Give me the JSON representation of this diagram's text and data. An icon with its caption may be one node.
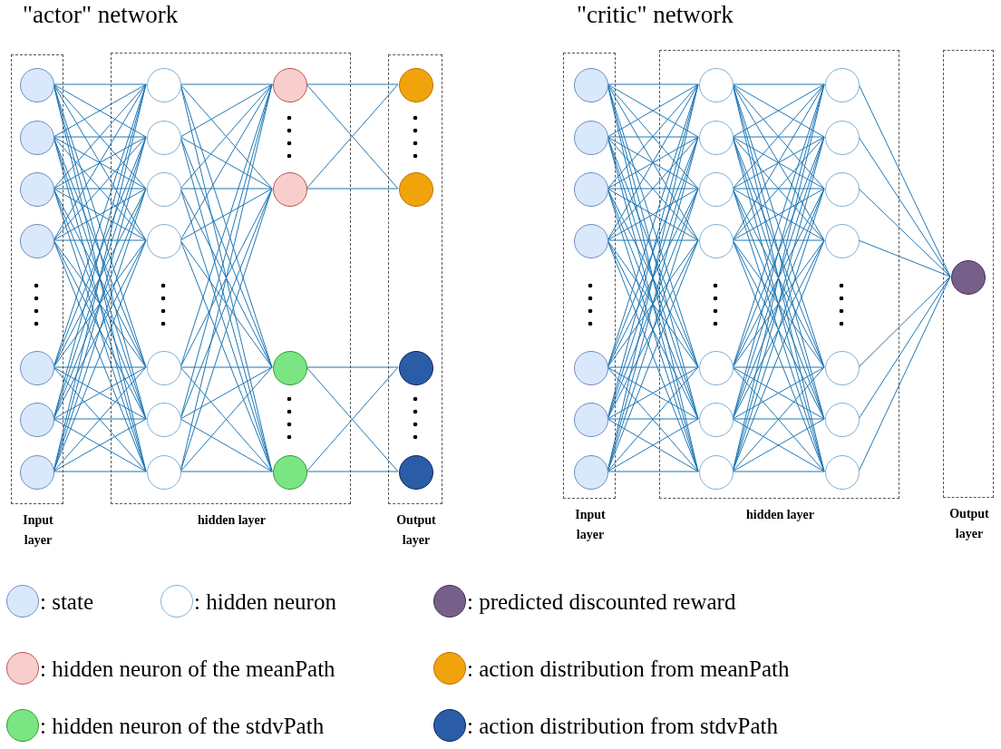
{
  "diagram": {
    "nodes": [
      {
        "text": [
          "Input layer"
        ]
      },
      {
        "text": [],
        "shape": "circle",
        "in": 0
      },
      {
        "text": [],
        "shape": "circle",
        "in": 0
      },
      {
        "text": [],
        "shape": "circle",
        "in": 0
      },
      {
        "text": [],
        "shape": "circle",
        "in": 0
      },
      {
        "text": [],
        "shape": "circle",
        "in": 0
      },
      {
        "text": [],
        "shape": "circle",
        "in": 0
      },
      {
        "text": [],
        "shape": "circle",
        "in": 0
      },
      {
        "text": [
          "hidden layer"
        ]
      },
      {
        "text": [],
        "shape": "circle",
        "in": 8
      },
      {
        "text": [],
        "shape": "circle",
        "in": 8
      },
      {
        "text": [],
        "shape": "circle",
        "in": 8
      },
      {
        "text": [],
        "shape": "circle",
        "in": 8
      },
      {
        "text": [],
        "shape": "circle",
        "in": 8
      },
      {
        "text": [],
        "shape": "circle",
        "in": 8
      },
      {
        "text": [],
        "shape": "circle",
        "in": 8
      },
      {
        "text": [],
        "shape": "circle",
        "in": 8
      },
      {
        "text": [],
        "shape": "circle",
        "in": 8
      },
      {
        "text": [],
        "shape": "circle",
        "in": 8
      },
      {
        "text": [],
        "shape": "circle",
        "in": 8
      },
      {
        "text": [
          "Output layer"
        ]
      },
      {
        "text": [],
        "shape": "circle",
        "in": 20
      },
      {
        "text": [],
        "shape": "circle",
        "in": 20
      },
      {
        "text": [],
        "shape": "circle",
        "in": 20
      },
      {
        "text": [],
        "shape": "circle",
        "in": 20
      },
      {
        "text": [
          "Input layer"
        ]
      },
      {
        "text": [],
        "shape": "circle",
        "in": 25
      },
      {
        "text": [],
        "shape": "circle",
        "in": 25
      },
      {
        "text": [],
        "shape": "circle",
        "in": 25
      },
      {
        "text": [],
        "shape": "circle",
        "in": 25
      },
      {
        "text": [],
        "shape": "circle",
        "in": 25
      },
      {
        "text": [],
        "shape": "circle",
        "in": 25
      },
      {
        "text": [],
        "shape": "circle",
        "in": 25
      },
      {
        "text": [
          "hidden layer"
        ]
      },
      {
        "text": [],
        "shape": "circle",
        "in": 33
      },
      {
        "text": [],
        "shape": "circle",
        "in": 33
      },
      {
        "text": [],
        "shape": "circle",
        "in": 33
      },
      {
        "text": [],
        "shape": "circle",
        "in": 33
      },
      {
        "text": [],
        "shape": "circle",
        "in": 33
      },
      {
        "text": [],
        "shape": "circle",
        "in": 33
      },
      {
        "text": [],
        "shape": "circle",
        "in": 33
      },
      {
        "text": [],
        "shape": "circle",
        "in": 33
      },
      {
        "text": [],
        "shape": "circle",
        "in": 33
      },
      {
        "text": [],
        "shape": "circle",
        "in": 33
      },
      {
        "text": [],
        "shape": "circle",
        "in": 33
      },
      {
        "text": [],
        "shape": "circle",
        "in": 33
      },
      {
        "text": [],
        "shape": "circle",
        "in": 33
      },
      {
        "text": [],
        "shape": "circle",
        "in": 33
      },
      {
        "text": [
          "Output layer"
        ]
      },
      {
        "text": [],
        "shape": "circle",
        "in": 48
      }
    ],
    "edges": [
      {
        "from": 1,
        "to": 9,
        "arrow": "none"
      },
      {
        "from": 1,
        "to": 10,
        "arrow": "none"
      },
      {
        "from": 1,
        "to": 11,
        "arrow": "none"
      },
      {
        "from": 1,
        "to": 12,
        "arrow": "none"
      },
      {
        "from": 1,
        "to": 13,
        "arrow": "none"
      },
      {
        "from": 1,
        "to": 14,
        "arrow": "none"
      },
      {
        "from": 1,
        "to": 15,
        "arrow": "none"
      },
      {
        "from": 2,
        "to": 9,
        "arrow": "none"
      },
      {
        "from": 2,
        "to": 10,
        "arrow": "none"
      },
      {
        "from": 2,
        "to": 11,
        "arrow": "none"
      },
      {
        "from": 2,
        "to": 12,
        "arrow": "none"
      },
      {
        "from": 2,
        "to": 13,
        "arrow": "none"
      },
      {
        "from": 2,
        "to": 14,
        "arrow": "none"
      },
      {
        "from": 2,
        "to": 15,
        "arrow": "none"
      },
      {
        "from": 3,
        "to": 9,
        "arrow": "none"
      },
      {
        "from": 3,
        "to": 10,
        "arrow": "none"
      },
      {
        "from": 3,
        "to": 11,
        "arrow": "none"
      },
      {
        "from": 3,
        "to": 12,
        "arrow": "none"
      },
      {
        "from": 3,
        "to": 13,
        "arrow": "none"
      },
      {
        "from": 3,
        "to": 14,
        "arrow": "none"
      },
      {
        "from": 3,
        "to": 15,
        "arrow": "none"
      },
      {
        "from": 4,
        "to": 9,
        "arrow": "none"
      },
      {
        "from": 4,
        "to": 10,
        "arrow": "none"
      },
      {
        "from": 4,
        "to": 11,
        "arrow": "none"
      },
      {
        "from": 4,
        "to": 12,
        "arrow": "none"
      },
      {
        "from": 4,
        "to": 13,
        "arrow": "none"
      },
      {
        "from": 4,
        "to": 14,
        "arrow": "none"
      },
      {
        "from": 4,
        "to": 15,
        "arrow": "none"
      },
      {
        "from": 5,
        "to": 9,
        "arrow": "none"
      },
      {
        "from": 5,
        "to": 10,
        "arrow": "none"
      },
      {
        "from": 5,
        "to": 11,
        "arrow": "none"
      },
      {
        "from": 5,
        "to": 12,
        "arrow": "none"
      },
      {
        "from": 5,
        "to": 13,
        "arrow": "none"
      },
      {
        "from": 5,
        "to": 14,
        "arrow": "none"
      },
      {
        "from": 5,
        "to": 15,
        "arrow": "none"
      },
      {
        "from": 6,
        "to": 9,
        "arrow": "none"
      },
      {
        "from": 6,
        "to": 10,
        "arrow": "none"
      },
      {
        "from": 6,
        "to": 11,
        "arrow": "none"
      },
      {
        "from": 6,
        "to": 12,
        "arrow": "none"
      },
      {
        "from": 6,
        "to": 13,
        "arrow": "none"
      },
      {
        "from": 6,
        "to": 14,
        "arrow": "none"
      },
      {
        "from": 6,
        "to": 15,
        "arrow": "none"
      },
      {
        "from": 7,
        "to": 9,
        "arrow": "none"
      },
      {
        "from": 7,
        "to": 10,
        "arrow": "none"
      },
      {
        "from": 7,
        "to": 11,
        "arrow": "none"
      },
      {
        "from": 7,
        "to": 12,
        "arrow": "none"
      },
      {
        "from": 7,
        "to": 13,
        "arrow": "none"
      },
      {
        "from": 7,
        "to": 14,
        "arrow": "none"
      },
      {
        "from": 7,
        "to": 15,
        "arrow": "none"
      },
      {
        "from": 9,
        "to": 16,
        "arrow": "none"
      },
      {
        "from": 9,
        "to": 17,
        "arrow": "none"
      },
      {
        "from": 9,
        "to": 18,
        "arrow": "none"
      },
      {
        "from": 9,
        "to": 19,
        "arrow": "none"
      },
      {
        "from": 10,
        "to": 16,
        "arrow": "none"
      },
      {
        "from": 10,
        "to": 17,
        "arrow": "none"
      },
      {
        "from": 10,
        "to": 18,
        "arrow": "none"
      },
      {
        "from": 10,
        "to": 19,
        "arrow": "none"
      },
      {
        "from": 11,
        "to": 16,
        "arrow": "none"
      },
      {
        "from": 11,
        "to": 17,
        "arrow": "none"
      },
      {
        "from": 11,
        "to": 18,
        "arrow": "none"
      },
      {
        "from": 11,
        "to": 19,
        "arrow": "none"
      },
      {
        "from": 12,
        "to": 16,
        "arrow": "none"
      },
      {
        "from": 12,
        "to": 17,
        "arrow": "none"
      },
      {
        "from": 12,
        "to": 18,
        "arrow": "none"
      },
      {
        "from": 12,
        "to": 19,
        "arrow": "none"
      },
      {
        "from": 13,
        "to": 16,
        "arrow": "none"
      },
      {
        "from": 13,
        "to": 17,
        "arrow": "none"
      },
      {
        "from": 13,
        "to": 18,
        "arrow": "none"
      },
      {
        "from": 13,
        "to": 19,
        "arrow": "none"
      },
      {
        "from": 14,
        "to": 16,
        "arrow": "none"
      },
      {
        "from": 14,
        "to": 17,
        "arrow": "none"
      },
      {
        "from": 14,
        "to": 18,
        "arrow": "none"
      },
      {
        "from": 14,
        "to": 19,
        "arrow": "none"
      },
      {
        "from": 15,
        "to": 16,
        "arrow": "none"
      },
      {
        "from": 15,
        "to": 17,
        "arrow": "none"
      },
      {
        "from": 15,
        "to": 18,
        "arrow": "none"
      },
      {
        "from": 15,
        "to": 19,
        "arrow": "none"
      },
      {
        "from": 16,
        "to": 21,
        "arrow": "none"
      },
      {
        "from": 16,
        "to": 22,
        "arrow": "none"
      },
      {
        "from": 17,
        "to": 21,
        "arrow": "none"
      },
      {
        "from": 17,
        "to": 22,
        "arrow": "none"
      },
      {
        "from": 18,
        "to": 23,
        "arrow": "none"
      },
      {
        "from": 18,
        "to": 24,
        "arrow": "none"
      },
      {
        "from": 19,
        "to": 23,
        "arrow": "none"
      },
      {
        "from": 19,
        "to": 24,
        "arrow": "none"
      },
      {
        "from": 26,
        "to": 34,
        "arrow": "none"
      },
      {
        "from": 26,
        "to": 35,
        "arrow": "none"
      },
      {
        "from": 26,
        "to": 36,
        "arrow": "none"
      },
      {
        "from": 26,
        "to": 37,
        "arrow": "none"
      },
      {
        "from": 26,
        "to": 38,
        "arrow": "none"
      },
      {
        "from": 26,
        "to": 39,
        "arrow": "none"
      },
      {
        "from": 26,
        "to": 40,
        "arrow": "none"
      },
      {
        "from": 27,
        "to": 34,
        "arrow": "none"
      },
      {
        "from": 27,
        "to": 35,
        "arrow": "none"
      },
      {
        "from": 27,
        "to": 36,
        "arrow": "none"
      },
      {
        "from": 27,
        "to": 37,
        "arrow": "none"
      },
      {
        "from": 27,
        "to": 38,
        "arrow": "none"
      },
      {
        "from": 27,
        "to": 39,
        "arrow": "none"
      },
      {
        "from": 27,
        "to": 40,
        "arrow": "none"
      },
      {
        "from": 28,
        "to": 34,
        "arrow": "none"
      },
      {
        "from": 28,
        "to": 35,
        "arrow": "none"
      },
      {
        "from": 28,
        "to": 36,
        "arrow": "none"
      },
      {
        "from": 28,
        "to": 37,
        "arrow": "none"
      },
      {
        "from": 28,
        "to": 38,
        "arrow": "none"
      },
      {
        "from": 28,
        "to": 39,
        "arrow": "none"
      },
      {
        "from": 28,
        "to": 40,
        "arrow": "none"
      },
      {
        "from": 29,
        "to": 34,
        "arrow": "none"
      },
      {
        "from": 29,
        "to": 35,
        "arrow": "none"
      },
      {
        "from": 29,
        "to": 36,
        "arrow": "none"
      },
      {
        "from": 29,
        "to": 37,
        "arrow": "none"
      },
      {
        "from": 29,
        "to": 38,
        "arrow": "none"
      },
      {
        "from": 29,
        "to": 39,
        "arrow": "none"
      },
      {
        "from": 29,
        "to": 40,
        "arrow": "none"
      },
      {
        "from": 30,
        "to": 34,
        "arrow": "none"
      },
      {
        "from": 30,
        "to": 35,
        "arrow": "none"
      },
      {
        "from": 30,
        "to": 36,
        "arrow": "none"
      },
      {
        "from": 30,
        "to": 37,
        "arrow": "none"
      },
      {
        "from": 30,
        "to": 38,
        "arrow": "none"
      },
      {
        "from": 30,
        "to": 39,
        "arrow": "none"
      },
      {
        "from": 30,
        "to": 40,
        "arrow": "none"
      },
      {
        "from": 31,
        "to": 34,
        "arrow": "none"
      },
      {
        "from": 31,
        "to": 35,
        "arrow": "none"
      },
      {
        "from": 31,
        "to": 36,
        "arrow": "none"
      },
      {
        "from": 31,
        "to": 37,
        "arrow": "none"
      },
      {
        "from": 31,
        "to": 38,
        "arrow": "none"
      },
      {
        "from": 31,
        "to": 39,
        "arrow": "none"
      },
      {
        "from": 31,
        "to": 40,
        "arrow": "none"
      },
      {
        "from": 32,
        "to": 34,
        "arrow": "none"
      },
      {
        "from": 32,
        "to": 35,
        "arrow": "none"
      },
      {
        "from": 32,
        "to": 36,
        "arrow": "none"
      },
      {
        "from": 32,
        "to": 37,
        "arrow": "none"
      },
      {
        "from": 32,
        "to": 38,
        "arrow": "none"
      },
      {
        "from": 32,
        "to": 39,
        "arrow": "none"
      },
      {
        "from": 32,
        "to": 40,
        "arrow": "none"
      },
      {
        "from": 34,
        "to": 41,
        "arrow": "none"
      },
      {
        "from": 34,
        "to": 42,
        "arrow": "none"
      },
      {
        "from": 34,
        "to": 43,
        "arrow": "none"
      },
      {
        "from": 34,
        "to": 44,
        "arrow": "none"
      },
      {
        "from": 34,
        "to": 45,
        "arrow": "none"
      },
      {
        "from": 34,
        "to": 46,
        "arrow": "none"
      },
      {
        "from": 34,
        "to": 47,
        "arrow": "none"
      },
      {
        "from": 35,
        "to": 41,
        "arrow": "none"
      },
      {
        "from": 35,
        "to": 42,
        "arrow": "none"
      },
      {
        "from": 35,
        "to": 43,
        "arrow": "none"
      },
      {
        "from": 35,
        "to": 44,
        "arrow": "none"
      },
      {
        "from": 35,
        "to": 45,
        "arrow": "none"
      },
      {
        "from": 35,
        "to": 46,
        "arrow": "none"
      },
      {
        "from": 35,
        "to": 47,
        "arrow": "none"
      },
      {
        "from": 36,
        "to": 41,
        "arrow": "none"
      },
      {
        "from": 36,
        "to": 42,
        "arrow": "none"
      },
      {
        "from": 36,
        "to": 43,
        "arrow": "none"
      },
      {
        "from": 36,
        "to": 44,
        "arrow": "none"
      },
      {
        "from": 36,
        "to": 45,
        "arrow": "none"
      },
      {
        "from": 36,
        "to": 46,
        "arrow": "none"
      },
      {
        "from": 36,
        "to": 47,
        "arrow": "none"
      },
      {
        "from": 37,
        "to": 41,
        "arrow": "none"
      },
      {
        "from": 37,
        "to": 42,
        "arrow": "none"
      },
      {
        "from": 37,
        "to": 43,
        "arrow": "none"
      },
      {
        "from": 37,
        "to": 44,
        "arrow": "none"
      },
      {
        "from": 37,
        "to": 45,
        "arrow": "none"
      },
      {
        "from": 37,
        "to": 46,
        "arrow": "none"
      },
      {
        "from": 37,
        "to": 47,
        "arrow": "none"
      },
      {
        "from": 38,
        "to": 41,
        "arrow": "none"
      },
      {
        "from": 38,
        "to": 42,
        "arrow": "none"
      },
      {
        "from": 38,
        "to": 43,
        "arrow": "none"
      },
      {
        "from": 38,
        "to": 44,
        "arrow": "none"
      },
      {
        "from": 38,
        "to": 45,
        "arrow": "none"
      },
      {
        "from": 38,
        "to": 46,
        "arrow": "none"
      },
      {
        "from": 38,
        "to": 47,
        "arrow": "none"
      },
      {
        "from": 39,
        "to": 41,
        "arrow": "none"
      },
      {
        "from": 39,
        "to": 42,
        "arrow": "none"
      },
      {
        "from": 39,
        "to": 43,
        "arrow": "none"
      },
      {
        "from": 39,
        "to": 44,
        "arrow": "none"
      },
      {
        "from": 39,
        "to": 45,
        "arrow": "none"
      },
      {
        "from": 39,
        "to": 46,
        "arrow": "none"
      },
      {
        "from": 39,
        "to": 47,
        "arrow": "none"
      },
      {
        "from": 40,
        "to": 41,
        "arrow": "none"
      },
      {
        "from": 40,
        "to": 42,
        "arrow": "none"
      },
      {
        "from": 40,
        "to": 43,
        "arrow": "none"
      },
      {
        "from": 40,
        "to": 44,
        "arrow": "none"
      },
      {
        "from": 40,
        "to": 45,
        "arrow": "none"
      },
      {
        "from": 40,
        "to": 46,
        "arrow": "none"
      },
      {
        "from": 40,
        "to": 47,
        "arrow": "none"
      },
      {
        "from": 41,
        "to": 49,
        "arrow": "none"
      },
      {
        "from": 42,
        "to": 49,
        "arrow": "none"
      },
      {
        "from": 43,
        "to": 49,
        "arrow": "none"
      },
      {
        "from": 44,
        "to": 49,
        "arrow": "none"
      },
      {
        "from": 45,
        "to": 49,
        "arrow": "none"
      },
      {
        "from": 46,
        "to": 49,
        "arrow": "none"
      },
      {
        "from": 47,
        "to": 49,
        "arrow": "none"
      }
    ],
    "labels": [
      "\"actor\" network",
      "\"critic\" network"
    ],
    "legend": [
      {
        "text": ": state",
        "color": "#dae8fc"
      },
      {
        "text": ": hidden neuron",
        "color": "#ffffff"
      },
      {
        "text": ": predicted discounted reward",
        "color": "#76608a"
      },
      {
        "text": ": hidden neuron of the meanPath",
        "color": "#f8cecc"
      },
      {
        "text": ": action distribution from meanPath",
        "color": "#f0a30a"
      },
      {
        "text": ": hidden neuron of the stdvPath",
        "color": "#7ae582"
      },
      {
        "text": ": action distribution from stdvPath",
        "color": "#2a5ca8"
      }
    ]
  }
}
